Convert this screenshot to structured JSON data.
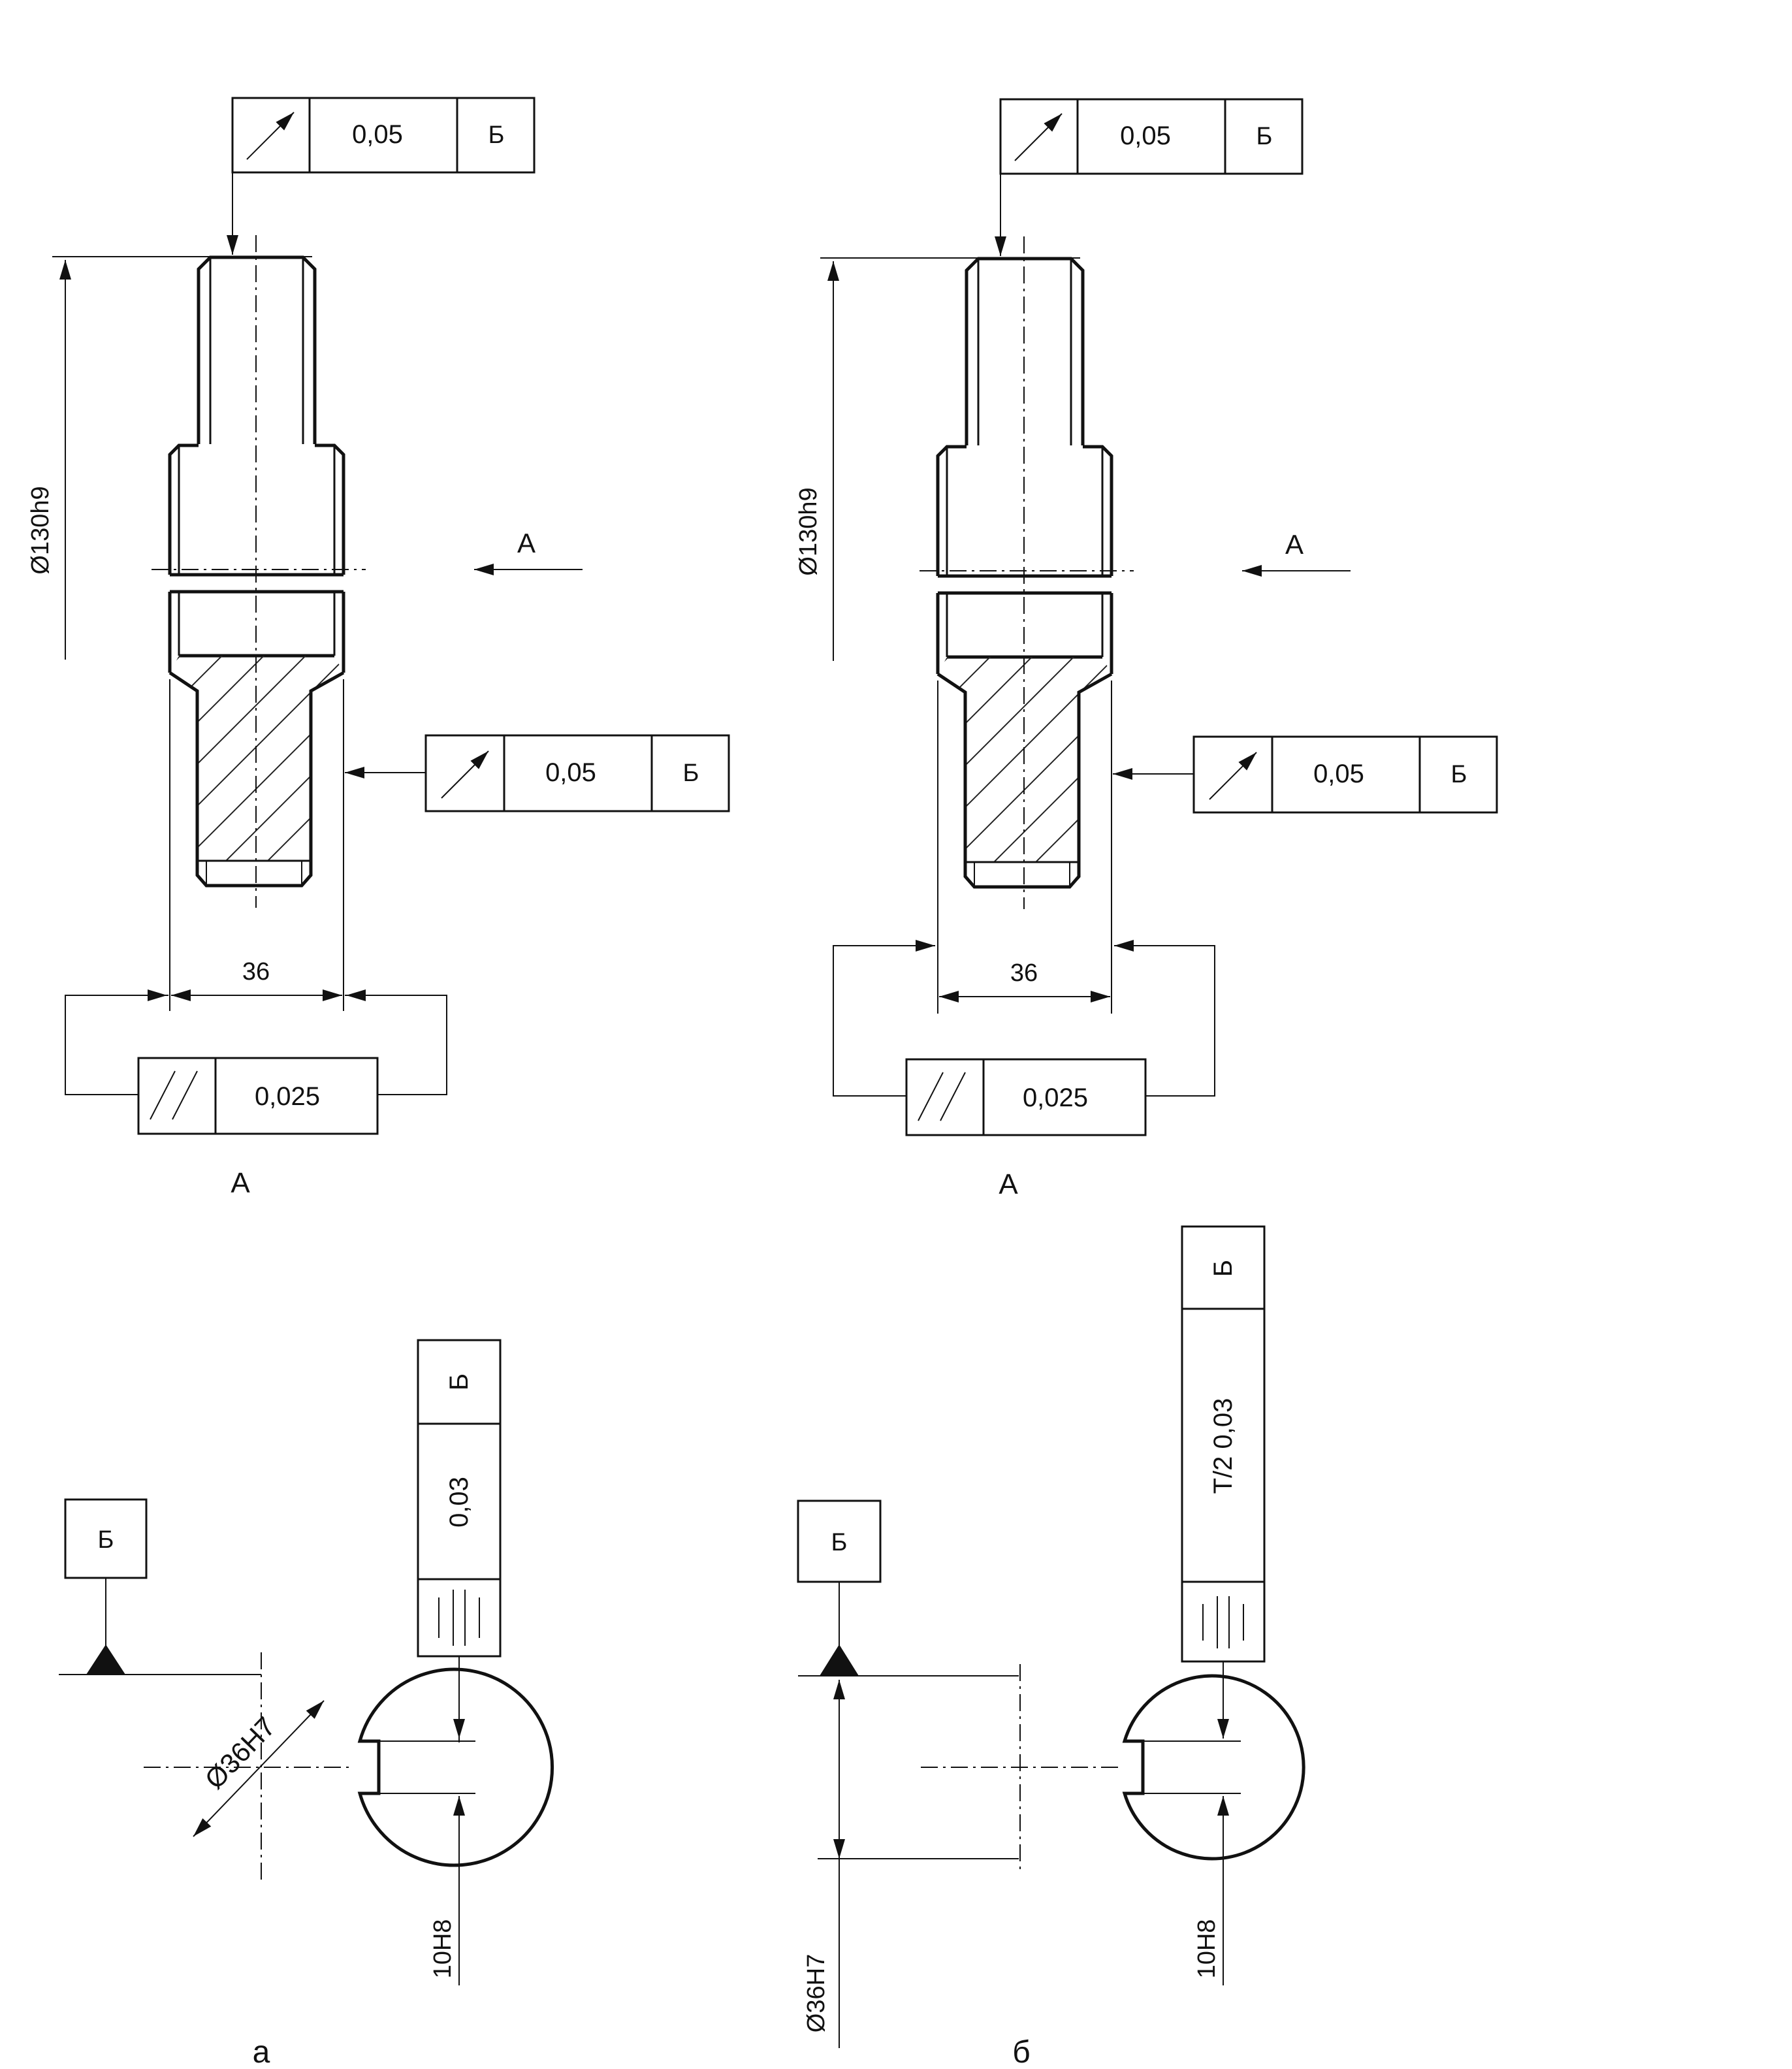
{
  "figure_labels": {
    "a": "а",
    "b": "б"
  },
  "left_top": {
    "runout_top": {
      "symbol": "arrow-runout-icon",
      "value": "0,05",
      "datum": "Б"
    },
    "runout_side": {
      "symbol": "arrow-runout-icon",
      "value": "0,05",
      "datum": "Б"
    },
    "diameter_label": "Ø130h9",
    "view_arrow_label": "A",
    "width_dimension": "36",
    "parallelism": {
      "symbol": "parallelism-icon",
      "value": "0,025"
    },
    "base_label": "A"
  },
  "right_top": {
    "runout_top": {
      "symbol": "arrow-runout-icon",
      "value": "0,05",
      "datum": "Б"
    },
    "runout_side": {
      "symbol": "arrow-runout-icon",
      "value": "0,05",
      "datum": "Б"
    },
    "diameter_label": "Ø130h9",
    "view_arrow_label": "A",
    "width_dimension": "36",
    "parallelism": {
      "symbol": "parallelism-icon",
      "value": "0,025"
    },
    "base_label": "A"
  },
  "left_bottom": {
    "datum_box": "Б",
    "bore_label": "Ø36H7",
    "symmetry": {
      "symbol": "symmetry-icon",
      "value": "0,03",
      "datum": "Б"
    },
    "key_label": "10H8"
  },
  "right_bottom": {
    "datum_box": "Б",
    "bore_label": "Ø36H7",
    "symmetry": {
      "symbol": "symmetry-icon",
      "value": "T/2 0,03",
      "datum": "Б"
    },
    "key_label": "10H8"
  }
}
